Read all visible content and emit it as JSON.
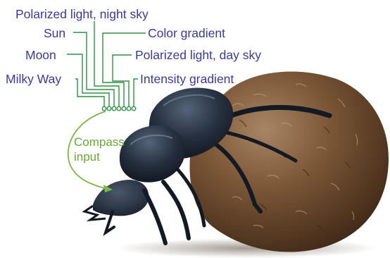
{
  "labels": {
    "polarized_night": "Polarized light, night sky",
    "sun": "Sun",
    "color_gradient": "Color gradient",
    "moon": "Moon",
    "polarized_day": "Polarized light, day sky",
    "milky_way": "Milky Way",
    "intensity_gradient": "Intensity gradient"
  },
  "compass": {
    "line1": "Compass",
    "line2": "input"
  },
  "colors": {
    "label_text": "#3a3a9a",
    "connector": "#2f8f45",
    "compass_arrow": "#7ab648",
    "beetle": "#1c2330",
    "dung_ball": "#6b4a30"
  }
}
